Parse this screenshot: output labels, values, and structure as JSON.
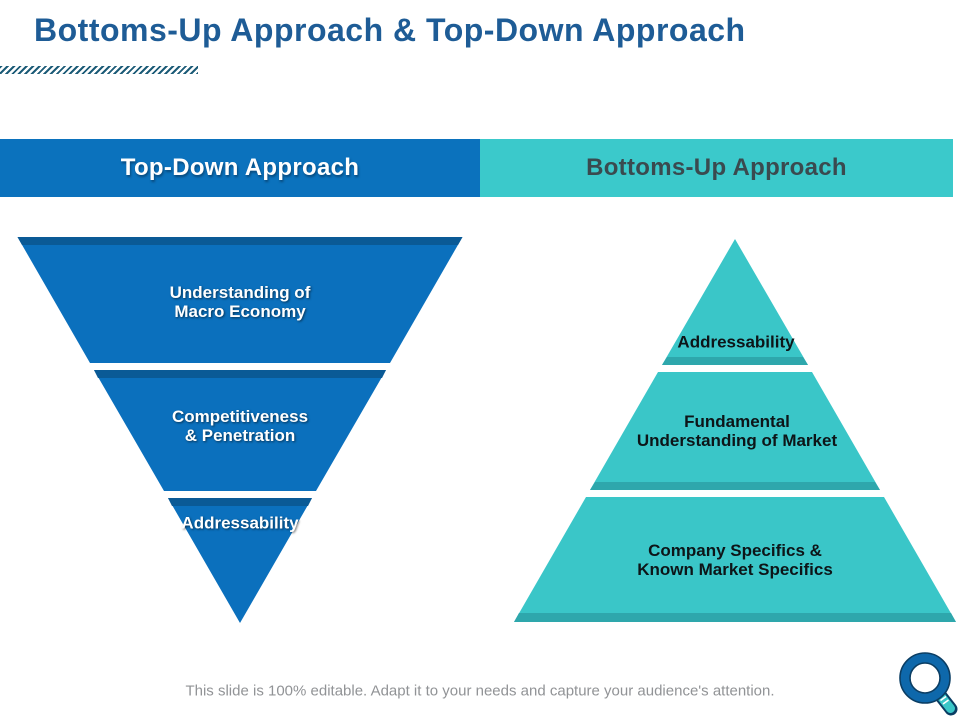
{
  "slide": {
    "title": "Bottoms-Up Approach & Top-Down Approach",
    "footer_note": "This slide is 100% editable. Adapt it to your needs and capture your audience's attention."
  },
  "header": {
    "left_tab": "Top-Down Approach",
    "right_tab": "Bottoms-Up Approach"
  },
  "top_down_pyramid": {
    "name": "Top-Down Approach",
    "shape": "inverted-pyramid",
    "levels": [
      {
        "lines": [
          "Understanding of",
          "Macro Economy"
        ]
      },
      {
        "lines": [
          "Competitiveness",
          "& Penetration"
        ]
      },
      {
        "lines": [
          "Addressability",
          ""
        ]
      }
    ]
  },
  "bottoms_up_pyramid": {
    "name": "Bottoms-Up Approach",
    "shape": "upright-pyramid",
    "levels": [
      {
        "lines": [
          "Addressability",
          ""
        ]
      },
      {
        "lines": [
          "Fundamental",
          "Understanding of Market"
        ]
      },
      {
        "lines": [
          "Company Specifics &",
          "Known Market Specifics"
        ]
      }
    ]
  },
  "icons": {
    "magnifier": "magnifying-glass"
  },
  "colors": {
    "title_blue": "#1E5C96",
    "pyramid_blue": "#0B70BD",
    "pyramid_blue_dark": "#0A5A96",
    "pyramid_teal": "#3AC6C8",
    "pyramid_teal_dark": "#2EA7AC",
    "band_blue": "#0B72BD",
    "band_teal": "#3BC9CB",
    "band_text_dark": "#3A4A4F",
    "footer_gray": "#919396",
    "hatch_teal": "#1D5C78"
  }
}
